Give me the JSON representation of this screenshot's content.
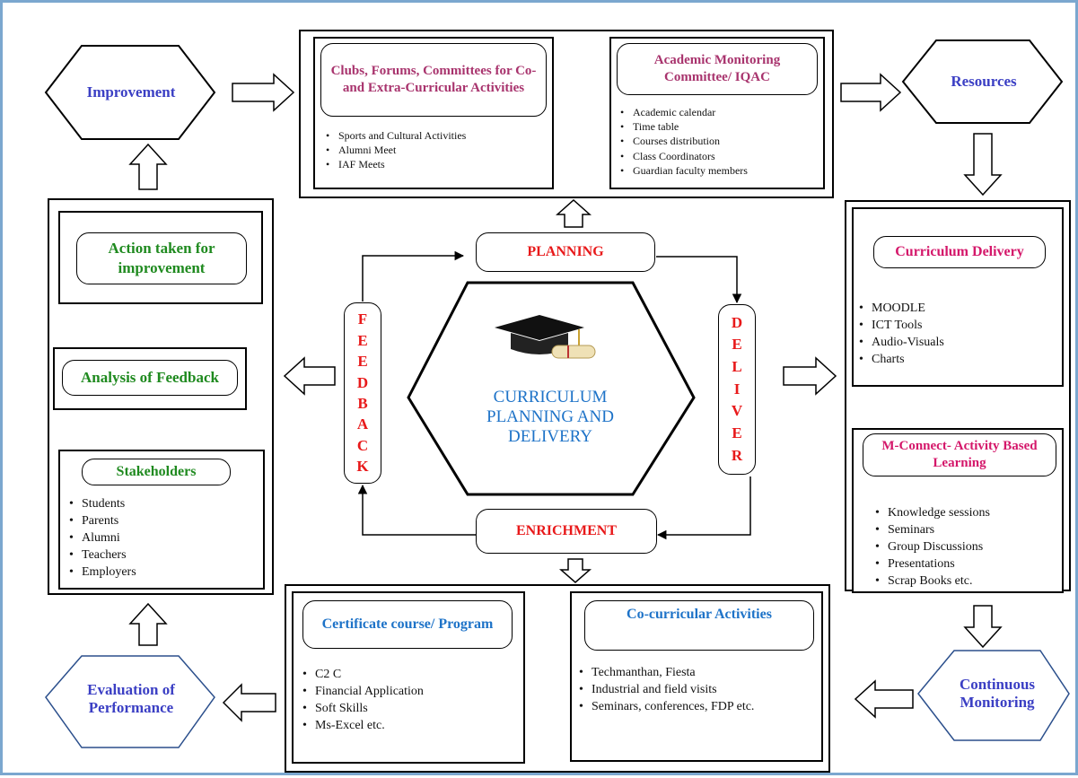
{
  "improvement": "Improvement",
  "resources": "Resources",
  "evaluation": "Evaluation of Performance",
  "continuous_monitoring": "Continuous Monitoring",
  "center_title": "CURRICULUM PLANNING AND DELIVERY",
  "cycle": {
    "planning": "PLANNING",
    "deliver_letters": [
      "D",
      "E",
      "L",
      "I",
      "V",
      "E",
      "R"
    ],
    "enrichment": "ENRICHMENT",
    "feedback_letters": [
      "F",
      "E",
      "E",
      "D",
      "B",
      "A",
      "C",
      "K"
    ]
  },
  "clubs": {
    "title": "Clubs, Forums, Committees for Co- and Extra-Curricular Activities",
    "items": [
      "Sports and Cultural Activities",
      "Alumni Meet",
      "IAF Meets"
    ]
  },
  "academic": {
    "title": "Academic Monitoring Committee/ IQAC",
    "items": [
      "Academic calendar",
      "Time table",
      "Courses distribution",
      "Class Coordinators",
      "Guardian faculty members"
    ]
  },
  "delivery": {
    "title": "Curriculum Delivery",
    "items": [
      "MOODLE",
      "ICT Tools",
      "Audio-Visuals",
      "Charts"
    ]
  },
  "mconnect": {
    "title": "M-Connect- Activity Based Learning",
    "items": [
      "Knowledge sessions",
      "Seminars",
      "Group Discussions",
      "Presentations",
      "Scrap Books etc."
    ]
  },
  "certificate": {
    "title": "Certificate course/ Program",
    "items": [
      "C2 C",
      "Financial Application",
      "Soft Skills",
      "Ms-Excel etc."
    ]
  },
  "cocurricular": {
    "title": "Co-curricular Activities",
    "items": [
      "Techmanthan,  Fiesta",
      "Industrial and field visits",
      "Seminars, conferences, FDP etc."
    ]
  },
  "left": {
    "action": "Action taken for improvement",
    "analysis": "Analysis of Feedback",
    "stakeholders": "Stakeholders",
    "items": [
      "Students",
      "Parents",
      "Alumni",
      "Teachers",
      "Employers"
    ]
  },
  "colors": {
    "blue_text": "#3b3fc4",
    "red_text": "#e8191a",
    "green_text": "#1f8a1f",
    "magenta_text": "#d4176a",
    "sky_text": "#1e73c8",
    "purple_text": "#a8336d"
  }
}
